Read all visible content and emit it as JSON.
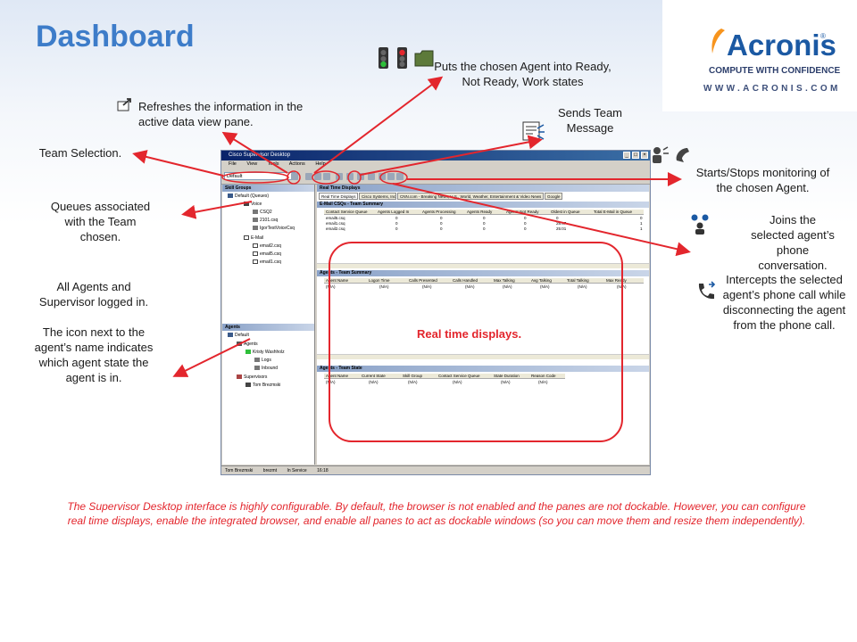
{
  "slide": {
    "title": "Dashboard"
  },
  "brand": {
    "name": "Acronis",
    "registered": "®",
    "tagline": "COMPUTE WITH CONFIDENCE",
    "url": "WWW.ACRONIS.COM"
  },
  "callouts": {
    "agent_state": "Puts the chosen Agent into Ready, Not Ready, Work states",
    "refresh": "Refreshes the information in the active data view pane.",
    "team_message": "Sends Team Message",
    "team_selection": "Team Selection.",
    "queues": "Queues associated with the Team chosen.",
    "monitoring": "Starts/Stops monitoring of the chosen Agent.",
    "barge_in": "Joins the selected agent’s phone conversation.",
    "intercept": "Intercepts the selected agent’s phone call while disconnecting the agent from the phone call.",
    "all_agents": "All Agents and Supervisor logged in.",
    "agent_icon": "The icon next to the agent’s name indicates which agent state the agent is in.",
    "real_time": "Real time displays."
  },
  "footer": {
    "text": "The Supervisor Desktop interface is highly configurable. By default, the browser is not enabled and the panes are not dockable. However, you can configure real time displays, enable the integrated browser, and enable all panes to act as dockable windows (so you can move them and resize them independently)."
  },
  "window": {
    "title": "Cisco Supervisor Desktop",
    "menu": [
      "File",
      "View",
      "Tools",
      "Actions",
      "Help"
    ],
    "team_value": "Default",
    "skill_pane_title": "Skill Groups",
    "skill_tree": [
      "Default (Queues)",
      "Voice",
      "CSQ2",
      "2101.csq",
      "IgorTestVoiceCsq",
      "E-Mail",
      "email2.csq",
      "email5.csq",
      "email1.csq"
    ],
    "agents_pane_title": "Agents",
    "agents_tree": [
      "Default",
      "Agents",
      "Kristy Washholz",
      "Logs",
      "Inbound",
      "Supervisors",
      "Tom Brezmski"
    ],
    "rt_title": "Real Time Displays",
    "tabs": [
      "Real Time Displays",
      "Cisco Systems, Inc",
      "CNN.com - Breaking News, U.S., World, Weather, Entertainment & Video News",
      "Google"
    ],
    "section_csq": "E-Mail CSQs - Team Summary",
    "csq_headers": [
      "Contact Service Queue",
      "Agents Logged In",
      "Agents Processing",
      "Agents Ready",
      "Agents Not Ready",
      "Oldest in Queue",
      "Total E-Mail in Queue"
    ],
    "csq_rows": [
      [
        "email5.csq",
        "0",
        "0",
        "0",
        "0",
        "0",
        "0"
      ],
      [
        "email1.csq",
        "0",
        "0",
        "0",
        "0",
        "28:47",
        "1"
      ],
      [
        "email2.csq",
        "0",
        "0",
        "0",
        "0",
        "25:01",
        "1"
      ]
    ],
    "section_agents": "Agents - Team Summary",
    "agents_headers": [
      "Agent Name",
      "Logon Time",
      "Calls Presented",
      "Calls Handled",
      "Max Talking",
      "Avg Talking",
      "Total Talking",
      "Max Ready"
    ],
    "agents_rows": [
      [
        "(N/A)",
        "(N/A)",
        "(N/A)",
        "(N/A)",
        "(N/A)",
        "(N/A)",
        "(N/A)",
        "(N/A)"
      ]
    ],
    "section_state": "Agents - Team State",
    "state_headers": [
      "Agent Name",
      "Current State",
      "Skill Group",
      "Contact Service Queue",
      "State Duration",
      "Reason Code"
    ],
    "state_rows": [
      [
        "(N/A)",
        "(N/A)",
        "(N/A)",
        "(N/A)",
        "(N/A)",
        "(N/A)"
      ]
    ],
    "status": [
      "Tom Brezmski",
      "brezmt",
      "In Service",
      "16:18"
    ]
  },
  "colors": {
    "title": "#3d7cc9",
    "accent_red": "#e3262d",
    "brand_blue": "#1b59a3"
  }
}
